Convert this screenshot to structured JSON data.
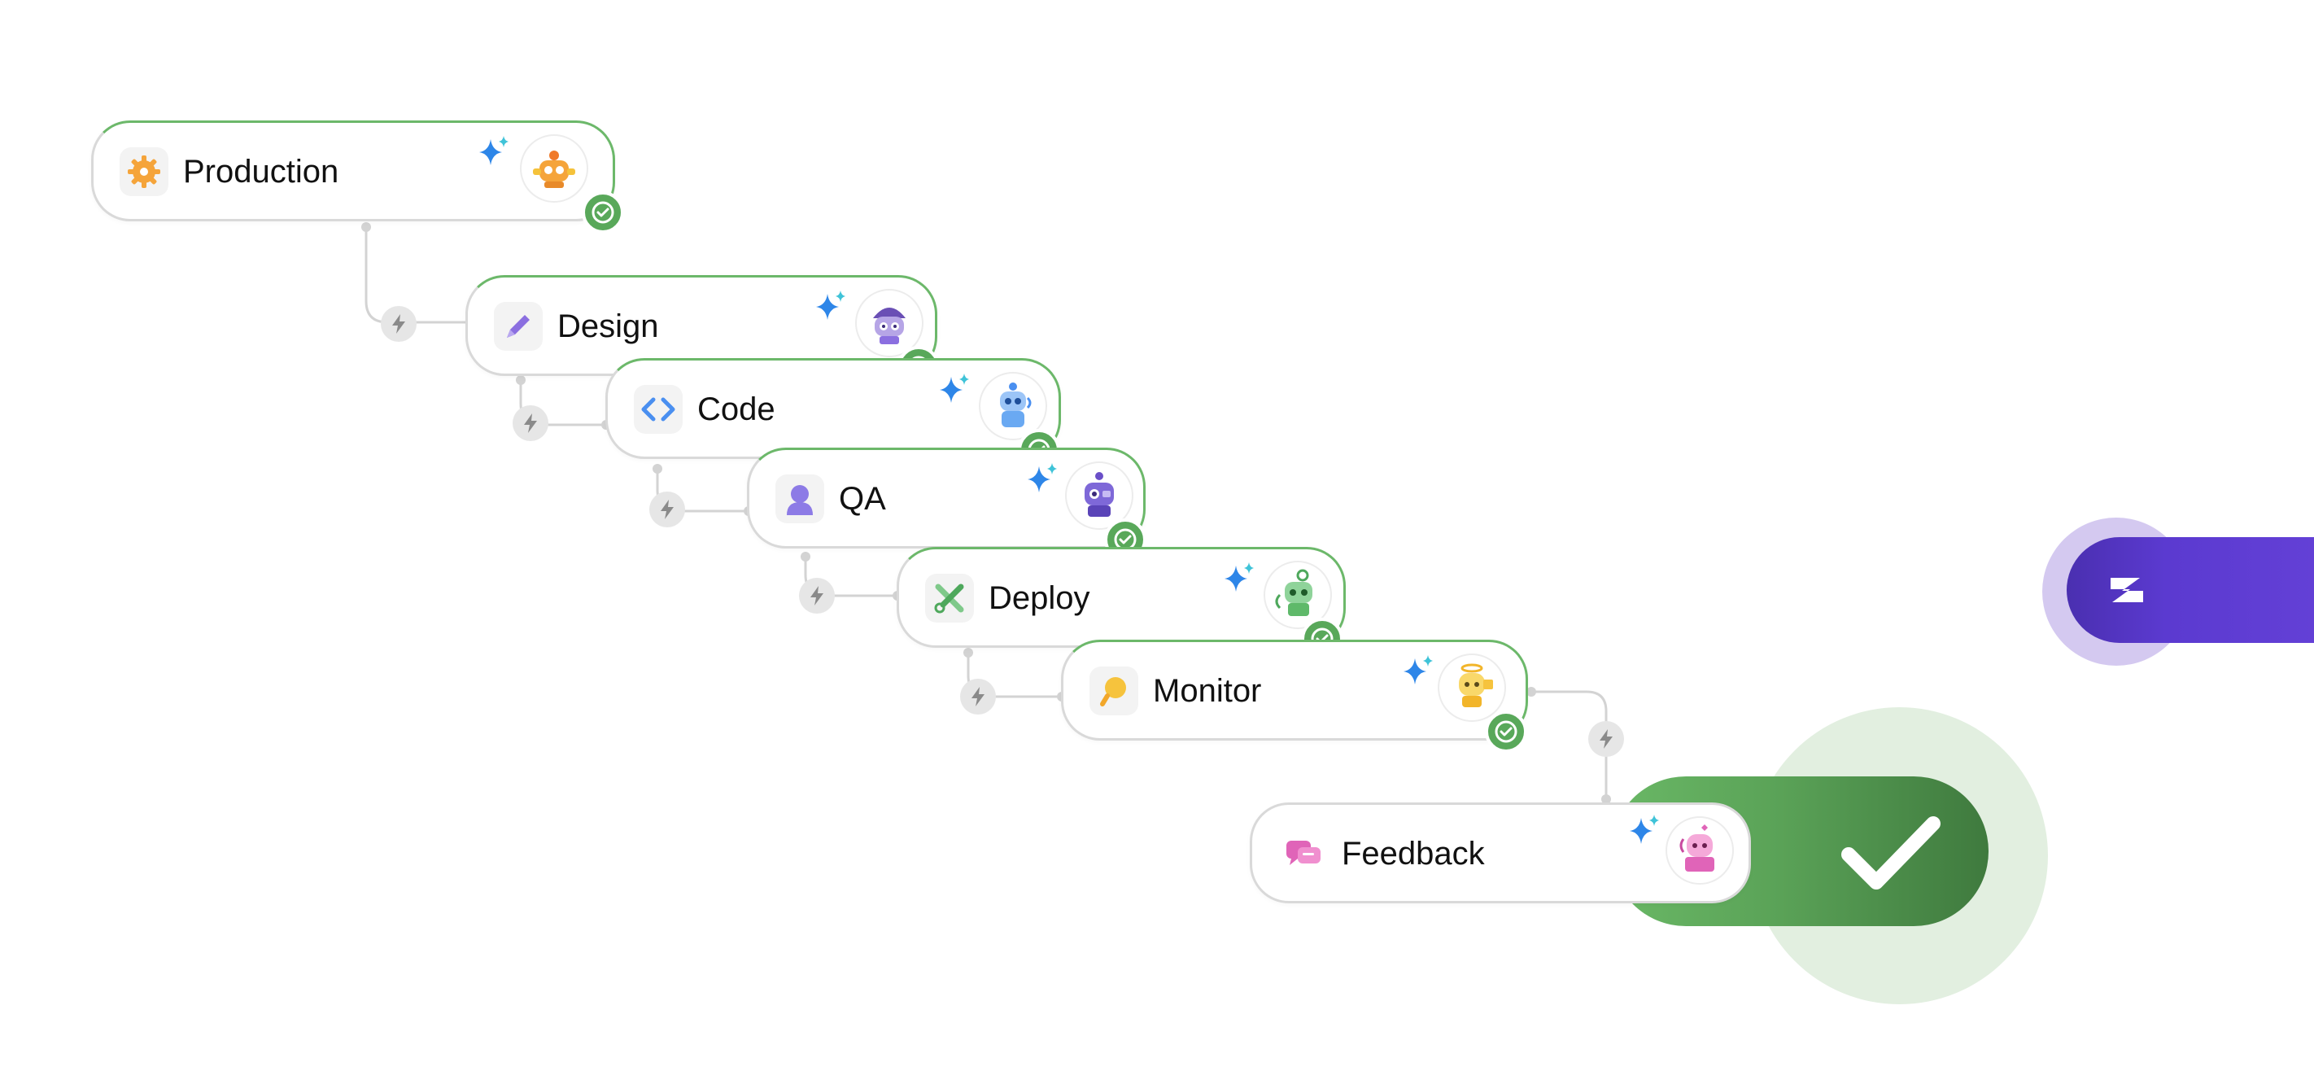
{
  "stages": [
    {
      "id": "production",
      "label": "Production",
      "icon": "gear-icon",
      "agent": "orange-robot-avatar",
      "status": "complete",
      "color": "#f5a43a"
    },
    {
      "id": "design",
      "label": "Design",
      "icon": "pencil-icon",
      "agent": "purple-helmet-robot-avatar",
      "status": "complete",
      "color": "#8b6fe0"
    },
    {
      "id": "code",
      "label": "Code",
      "icon": "code-brackets-icon",
      "agent": "blue-robot-avatar",
      "status": "complete",
      "color": "#4a8ff0"
    },
    {
      "id": "qa",
      "label": "QA",
      "icon": "person-silhouette-icon",
      "agent": "violet-robot-avatar",
      "status": "complete",
      "color": "#8d7be6"
    },
    {
      "id": "deploy",
      "label": "Deploy",
      "icon": "wrench-icon",
      "agent": "green-robot-avatar",
      "status": "complete",
      "color": "#5fb96a"
    },
    {
      "id": "monitor",
      "label": "Monitor",
      "icon": "lightbulb-icon",
      "agent": "yellow-robot-avatar",
      "status": "complete",
      "color": "#f6c33d"
    },
    {
      "id": "feedback",
      "label": "Feedback",
      "icon": "chat-bubbles-icon",
      "agent": "pink-robot-avatar",
      "status": "in-progress",
      "color": "#e064b8"
    }
  ],
  "colors": {
    "complete": "#59a85a",
    "card_border": "#d9d9d9",
    "connector": "#d3d3d3",
    "bolt_node": "#e6e6e6",
    "sparkle_primary": "#2e86e8",
    "sparkle_secondary": "#3fc3d8",
    "brand": "#5b3ad0",
    "brand_halo": "#d4c9f0",
    "done_halo": "#e2efe0"
  },
  "final_action": {
    "icon": "checkmark-icon",
    "color": "#5aa257"
  },
  "brand": {
    "icon": "brand-logo-icon"
  }
}
